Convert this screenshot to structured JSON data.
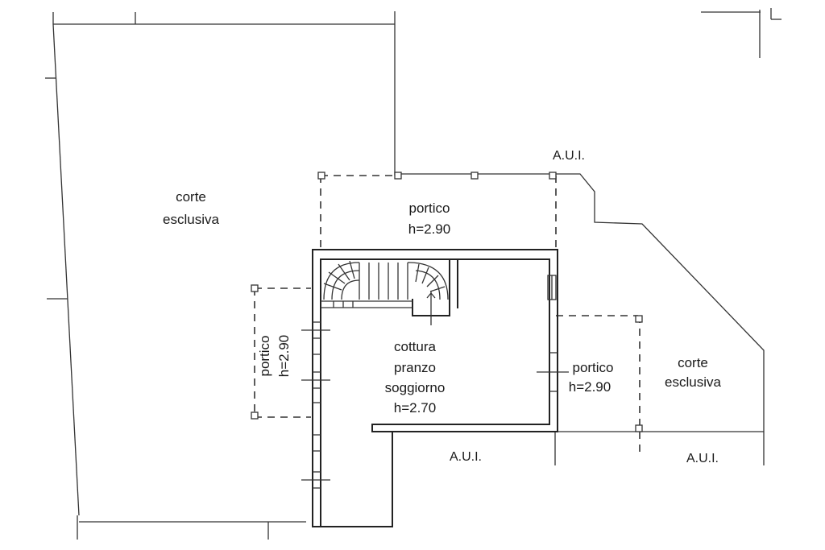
{
  "labels": {
    "corte_left": [
      "corte",
      "esclusiva"
    ],
    "portico_top": [
      "portico",
      "h=2.90"
    ],
    "aui_top": "A.U.I.",
    "portico_left": [
      "portico",
      "h=2.90"
    ],
    "main_room": [
      "cottura",
      "pranzo",
      "soggiorno",
      "h=2.70"
    ],
    "portico_right": [
      "portico",
      "h=2.90"
    ],
    "corte_right": [
      "corte",
      "esclusiva"
    ],
    "aui_bottom_center": "A.U.I.",
    "aui_bottom_right": "A.U.I."
  }
}
